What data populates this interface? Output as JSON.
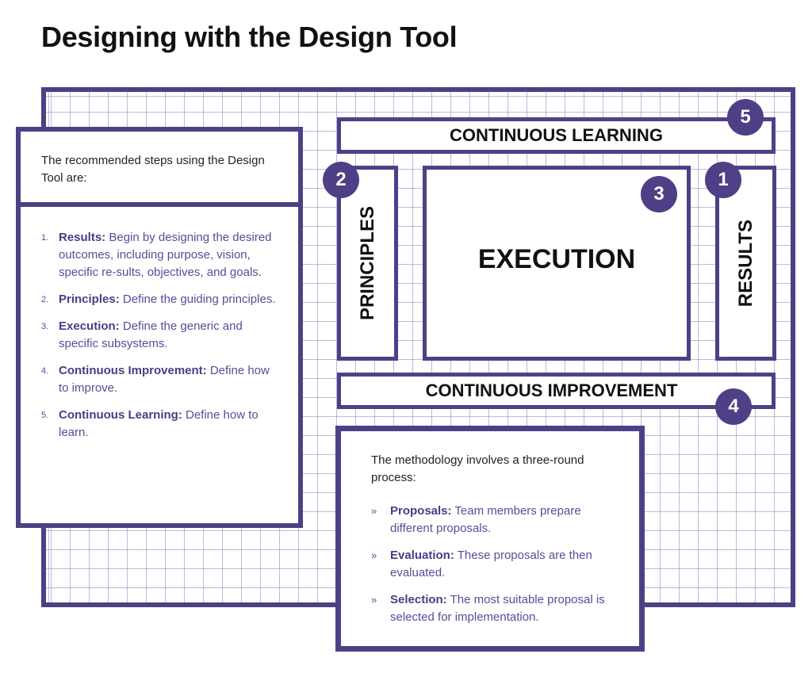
{
  "title": "Designing with the Design Tool",
  "diagram": {
    "continuous_learning": {
      "label": "CONTINUOUS LEARNING",
      "badge": "5"
    },
    "principles": {
      "label": "PRINCIPLES",
      "badge": "2"
    },
    "execution": {
      "label": "EXECUTION",
      "badge": "3"
    },
    "results": {
      "label": "RESULTS",
      "badge": "1"
    },
    "continuous_improvement": {
      "label": "CONTINUOUS IMPROVEMENT",
      "badge": "4"
    }
  },
  "steps_panel": {
    "intro": "The recommended steps using the Design Tool are:",
    "items": [
      {
        "num": "1.",
        "term": "Results:",
        "text": " Begin by designing the desired outcomes, including purpose, vision, specific re-sults, objectives, and goals."
      },
      {
        "num": "2.",
        "term": "Principles:",
        "text": " Define the guiding principles."
      },
      {
        "num": "3.",
        "term": "Execution:",
        "text": " Define the generic and specific subsystems."
      },
      {
        "num": "4.",
        "term": "Continuous Improvement:",
        "text": " Define how to improve."
      },
      {
        "num": "5.",
        "term": "Continuous Learning:",
        "text": " Define how to learn."
      }
    ]
  },
  "process_panel": {
    "intro": "The methodology involves a three-round process:",
    "bullet": "»",
    "items": [
      {
        "term": "Proposals:",
        "text": " Team members prepare different proposals."
      },
      {
        "term": "Evaluation:",
        "text": " These proposals are then evaluated."
      },
      {
        "term": "Selection:",
        "text": " The most suitable proposal is selected for implementation."
      }
    ]
  },
  "colors": {
    "accent": "#4f3f86"
  }
}
